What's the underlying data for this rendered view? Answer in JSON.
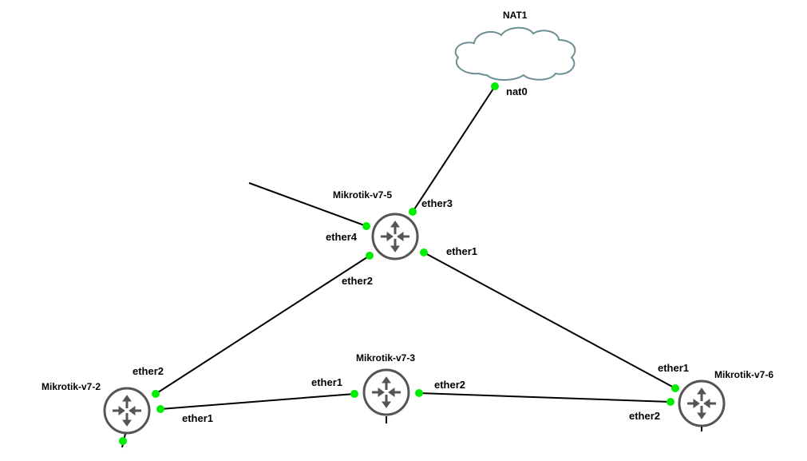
{
  "colors": {
    "link": "#000000",
    "port_up": "#00ee00",
    "router_icon": "#555555",
    "cloud_outline": "#6e8f93",
    "background": "#ffffff"
  },
  "nodes": {
    "nat1": {
      "label": "NAT1",
      "icon": "cloud-icon"
    },
    "r5": {
      "label": "Mikrotik-v7-5",
      "icon": "router-icon"
    },
    "r2": {
      "label": "Mikrotik-v7-2",
      "icon": "router-icon"
    },
    "r3": {
      "label": "Mikrotik-v7-3",
      "icon": "router-icon"
    },
    "r6": {
      "label": "Mikrotik-v7-6",
      "icon": "router-icon"
    }
  },
  "ports": {
    "nat1_nat0": "nat0",
    "r5_ether3": "ether3",
    "r5_ether4": "ether4",
    "r5_ether2": "ether2",
    "r5_ether1": "ether1",
    "r2_ether2": "ether2",
    "r2_ether1": "ether1",
    "r3_ether1": "ether1",
    "r3_ether2": "ether2",
    "r6_ether1": "ether1",
    "r6_ether2": "ether2"
  },
  "links": [
    {
      "from": "nat1.nat0",
      "to": "r5.ether3"
    },
    {
      "from": "r5.ether4",
      "to": "external"
    },
    {
      "from": "r5.ether2",
      "to": "r2.ether2"
    },
    {
      "from": "r5.ether1",
      "to": "r6.ether1"
    },
    {
      "from": "r2.ether1",
      "to": "r3.ether1"
    },
    {
      "from": "r3.ether2",
      "to": "r6.ether2"
    }
  ]
}
